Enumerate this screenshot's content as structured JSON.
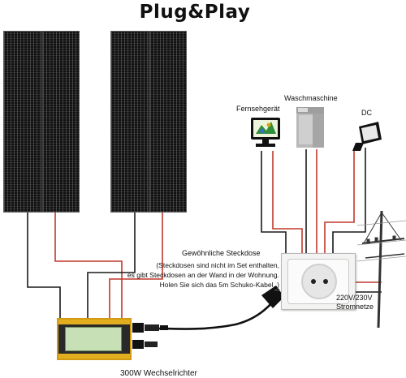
{
  "title": "Plug&Play",
  "labels": {
    "tv": "Fernsehgerät",
    "washer": "Waschmaschine",
    "dc": "DC",
    "socket_title": "Gewöhnliche Steckdose",
    "note_line1": "(Steckdosen sind nicht im Set enthalten,",
    "note_line2": "es gibt Steckdosen an der Wand in der Wohnung.",
    "note_line3": "Holen Sie sich das 5m Schuko-Kabel. )",
    "grid_line1": "220V/230V",
    "grid_line2": "Stromnetze",
    "inverter": "300W Wechselrichter"
  },
  "colors": {
    "wire_red": "#c0392b",
    "wire_black": "#1a1a1a",
    "panel": "#101010",
    "inverter_accent": "#d29a12"
  },
  "icons": {
    "tv": "tv-icon",
    "washer": "washing-machine-icon",
    "dc": "floodlight-icon",
    "pole": "utility-pole-icon",
    "plug": "schuko-plug-icon"
  }
}
